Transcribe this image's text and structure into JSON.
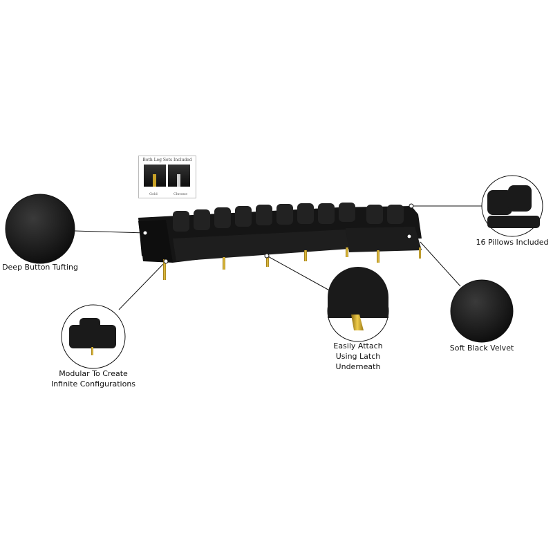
{
  "inset": {
    "title": "Both Leg Sets Included",
    "options": [
      "Gold",
      "Chrome"
    ]
  },
  "callouts": {
    "tufting": "Deep Button Tufting",
    "pillows": "16 Pillows Included",
    "modular": [
      "Modular To Create",
      "Infinite Configurations"
    ],
    "latch": [
      "Easily Attach",
      "Using Latch",
      "Underneath"
    ],
    "velvet": "Soft Black Velvet"
  },
  "colors": {
    "velvet": "#1a1a1a",
    "gold": "#c9a227",
    "chrome": "#c8c8c8"
  }
}
